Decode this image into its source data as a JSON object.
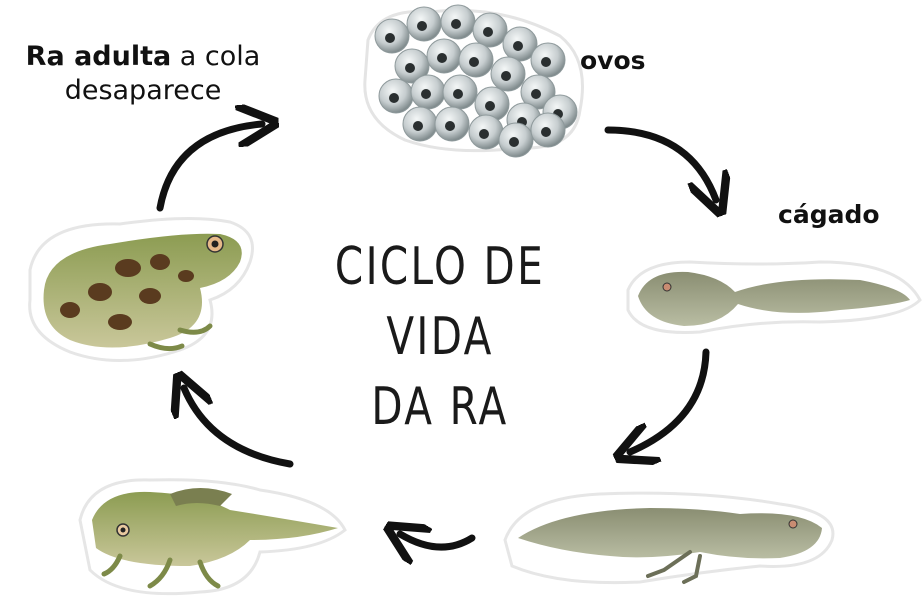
{
  "title": {
    "line1": "CICLO DE VIDA",
    "line2": "DA RA"
  },
  "labels": {
    "adult_bold": "Ra adulta",
    "adult_rest_1": " a cola",
    "adult_rest_2": "desaparece",
    "eggs": "ovos",
    "tadpole": "cágado"
  },
  "colors": {
    "text": "#111111",
    "arrow": "#111111",
    "frog_body": "#7d8f4a",
    "frog_spots": "#5a3b1f",
    "tadpole": "#7c8068",
    "eggs": "#b9c2c4"
  },
  "stages": [
    "eggs",
    "tadpole",
    "tadpole-with-legs",
    "froglet",
    "adult-frog"
  ]
}
